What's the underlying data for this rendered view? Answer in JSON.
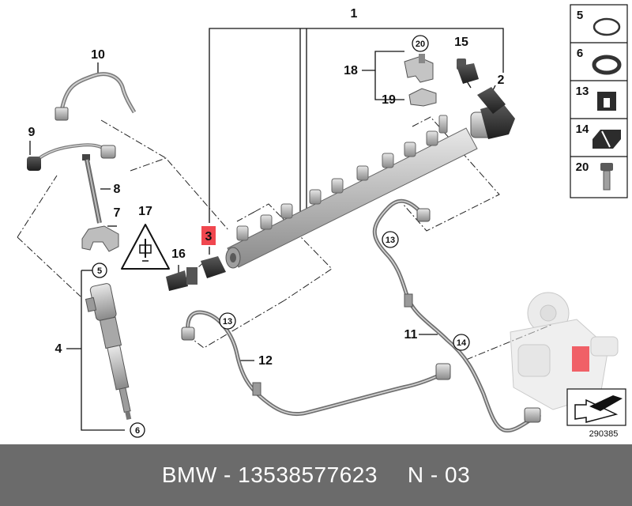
{
  "diagram": {
    "callouts": {
      "c1": "1",
      "c2": "2",
      "c3": "3",
      "c4": "4",
      "c7": "7",
      "c8": "8",
      "c9": "9",
      "c10": "10",
      "c11": "11",
      "c12": "12",
      "c15": "15",
      "c16": "16",
      "c17": "17",
      "c18": "18",
      "c19": "19"
    },
    "bubbles": {
      "b5": "5",
      "b6": "6",
      "b13a": "13",
      "b13b": "13",
      "b14": "14",
      "b20": "20"
    },
    "highlight_color": "#f0474f",
    "image_number": "290385"
  },
  "legend": {
    "items": [
      {
        "number": "5",
        "icon": "o-ring-thin-icon"
      },
      {
        "number": "6",
        "icon": "o-ring-thick-icon"
      },
      {
        "number": "13",
        "icon": "grommet-icon"
      },
      {
        "number": "14",
        "icon": "clip-icon"
      },
      {
        "number": "20",
        "icon": "screw-icon"
      }
    ]
  },
  "footer": {
    "part_text": "BMW - 13538577623",
    "position_text": "N - 03"
  }
}
